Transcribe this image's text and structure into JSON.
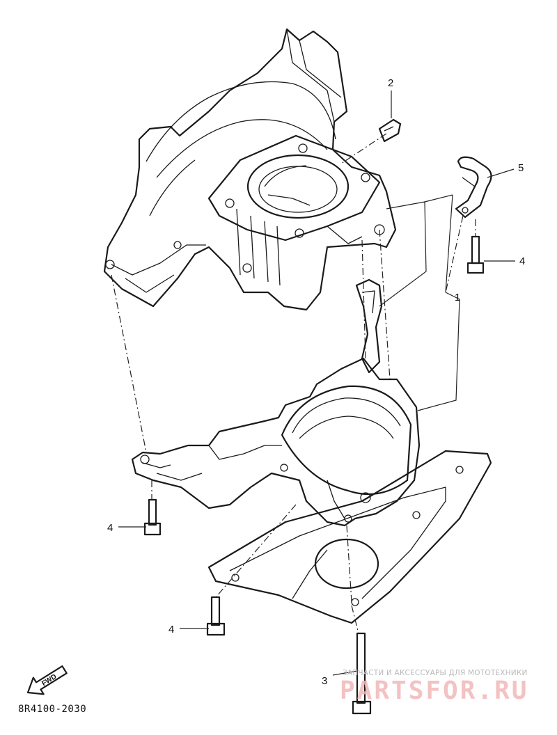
{
  "callouts": [
    {
      "id": "c1",
      "label": "1"
    },
    {
      "id": "c2",
      "label": "2"
    },
    {
      "id": "c3",
      "label": "3"
    },
    {
      "id": "c4a",
      "label": "4"
    },
    {
      "id": "c4b",
      "label": "4"
    },
    {
      "id": "c4c",
      "label": "4"
    },
    {
      "id": "c5",
      "label": "5"
    }
  ],
  "fwd_label": "FWD",
  "diagram_code": "8R4100-2030",
  "watermark": {
    "caption": "ЗАПЧАСТИ И АКСЕССУАРЫ ДЛЯ МОТОТЕХНИКИ",
    "brand": "PARTSFOR.RU"
  },
  "colors": {
    "line": "#1a1a1a",
    "watermark_brand": "#f2b8b8",
    "watermark_caption": "#b9b9b9"
  }
}
